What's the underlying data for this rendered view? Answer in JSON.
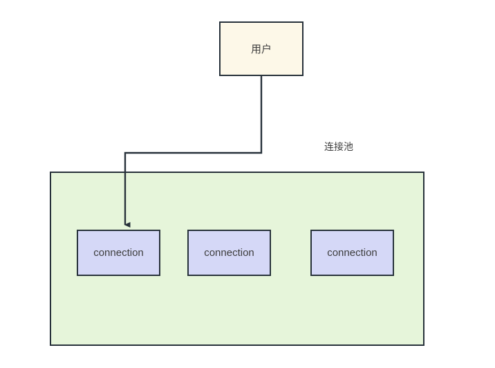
{
  "diagram": {
    "title": "",
    "colors": {
      "stroke": "#27313a",
      "user_fill": "#fdf8e8",
      "pool_fill": "#e6f5da",
      "connection_fill": "#d5d8f7",
      "text": "#3d3d3d",
      "background": "#ffffff"
    },
    "nodes": {
      "user": {
        "label": "用户"
      },
      "pool": {
        "label": "连接池"
      },
      "connections": [
        {
          "label": "connection"
        },
        {
          "label": "connection"
        },
        {
          "label": "connection"
        }
      ]
    },
    "edges": [
      {
        "name": "user-to-connection-1",
        "from": "user",
        "to": "connection-1",
        "arrow": "arrowhead-down"
      }
    ]
  }
}
